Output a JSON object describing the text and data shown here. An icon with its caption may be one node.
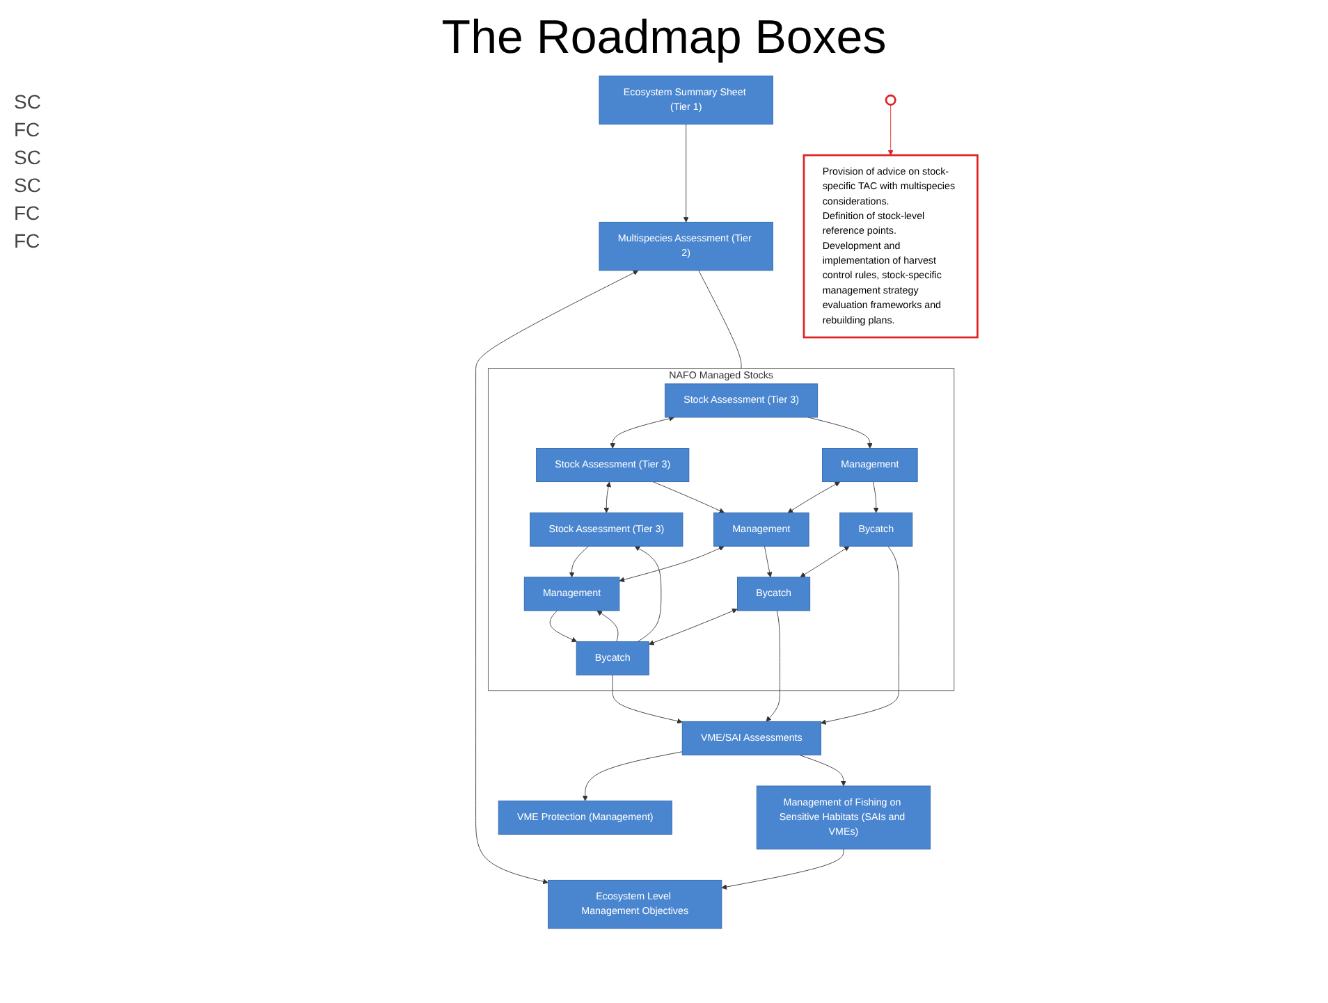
{
  "diagram": {
    "title": "The Roadmap Boxes",
    "nodes": [
      {
        "text": [
          "Ecosystem Summary Sheet (Tier 1)"
        ]
      },
      {
        "text": [
          "Multispecies Assessment (Tier 2)"
        ]
      },
      {
        "text": [
          "Ecosystem Level Management Objectives"
        ]
      },
      {
        "text": [
          "NAFO Managed Stocks"
        ]
      },
      {
        "text": [
          "Stock Assessment (Tier 3)"
        ],
        "in": 3
      },
      {
        "text": [
          "Stock Assessment (Tier 3)"
        ],
        "in": 3
      },
      {
        "text": [
          "Stock Assessment (Tier 3)"
        ],
        "in": 3
      },
      {
        "text": [
          "Management"
        ],
        "in": 3
      },
      {
        "text": [
          "Management"
        ],
        "in": 3
      },
      {
        "text": [
          "Management"
        ],
        "in": 3
      },
      {
        "text": [
          "Bycatch"
        ],
        "in": 3
      },
      {
        "text": [
          "Bycatch"
        ],
        "in": 3
      },
      {
        "text": [
          "Bycatch"
        ],
        "in": 3
      },
      {
        "text": [
          "VME/SAI Assessments"
        ]
      },
      {
        "text": [
          "VME Protection (Management)"
        ]
      },
      {
        "text": [
          "Management of Fishing on Sensitive Habitats (SAIs and VMEs)"
        ]
      },
      {
        "text": [
          "Provision of advice on stock-specific TAC with multispecies considerations.",
          "Definition of stock-level reference points.",
          "Development and implementation of harvest control rules, stock-specific management strategy evaluation frameworks and rebuilding plans."
        ]
      },
      {
        "text": [],
        "shape": "ellipse"
      }
    ],
    "edges": [
      {
        "from": 0,
        "to": 1,
        "arrow": "to"
      },
      {
        "from": 1,
        "to": 2,
        "arrow": "both"
      },
      {
        "from": 1,
        "to": 3,
        "arrow": "none"
      },
      {
        "from": 4,
        "to": 5,
        "arrow": "both"
      },
      {
        "from": 5,
        "to": 6,
        "arrow": "both"
      },
      {
        "from": 4,
        "to": 7,
        "arrow": "to"
      },
      {
        "from": 5,
        "to": 8,
        "arrow": "to"
      },
      {
        "from": 6,
        "to": 9,
        "arrow": "to"
      },
      {
        "from": 7,
        "to": 8,
        "arrow": "both"
      },
      {
        "from": 8,
        "to": 9,
        "arrow": "both"
      },
      {
        "from": 7,
        "to": 10,
        "arrow": "to"
      },
      {
        "from": 8,
        "to": 11,
        "arrow": "to"
      },
      {
        "from": 9,
        "to": 12,
        "arrow": "to"
      },
      {
        "from": 10,
        "to": 11,
        "arrow": "both"
      },
      {
        "from": 11,
        "to": 12,
        "arrow": "both"
      },
      {
        "from": 12,
        "to": 6,
        "arrow": "to"
      },
      {
        "from": 12,
        "to": 9,
        "arrow": "to"
      },
      {
        "from": 10,
        "to": 13,
        "arrow": "to"
      },
      {
        "from": 11,
        "to": 13,
        "arrow": "to"
      },
      {
        "from": 12,
        "to": 13,
        "arrow": "to"
      },
      {
        "from": 13,
        "to": 14,
        "arrow": "to"
      },
      {
        "from": 13,
        "to": 15,
        "arrow": "to"
      },
      {
        "from": 15,
        "to": 2,
        "arrow": "to"
      },
      {
        "from": 17,
        "to": 16,
        "arrow": "to",
        "color": "#e02020"
      }
    ],
    "labels": [
      "SC",
      "FC",
      "SC",
      "SC",
      "FC",
      "FC"
    ]
  }
}
